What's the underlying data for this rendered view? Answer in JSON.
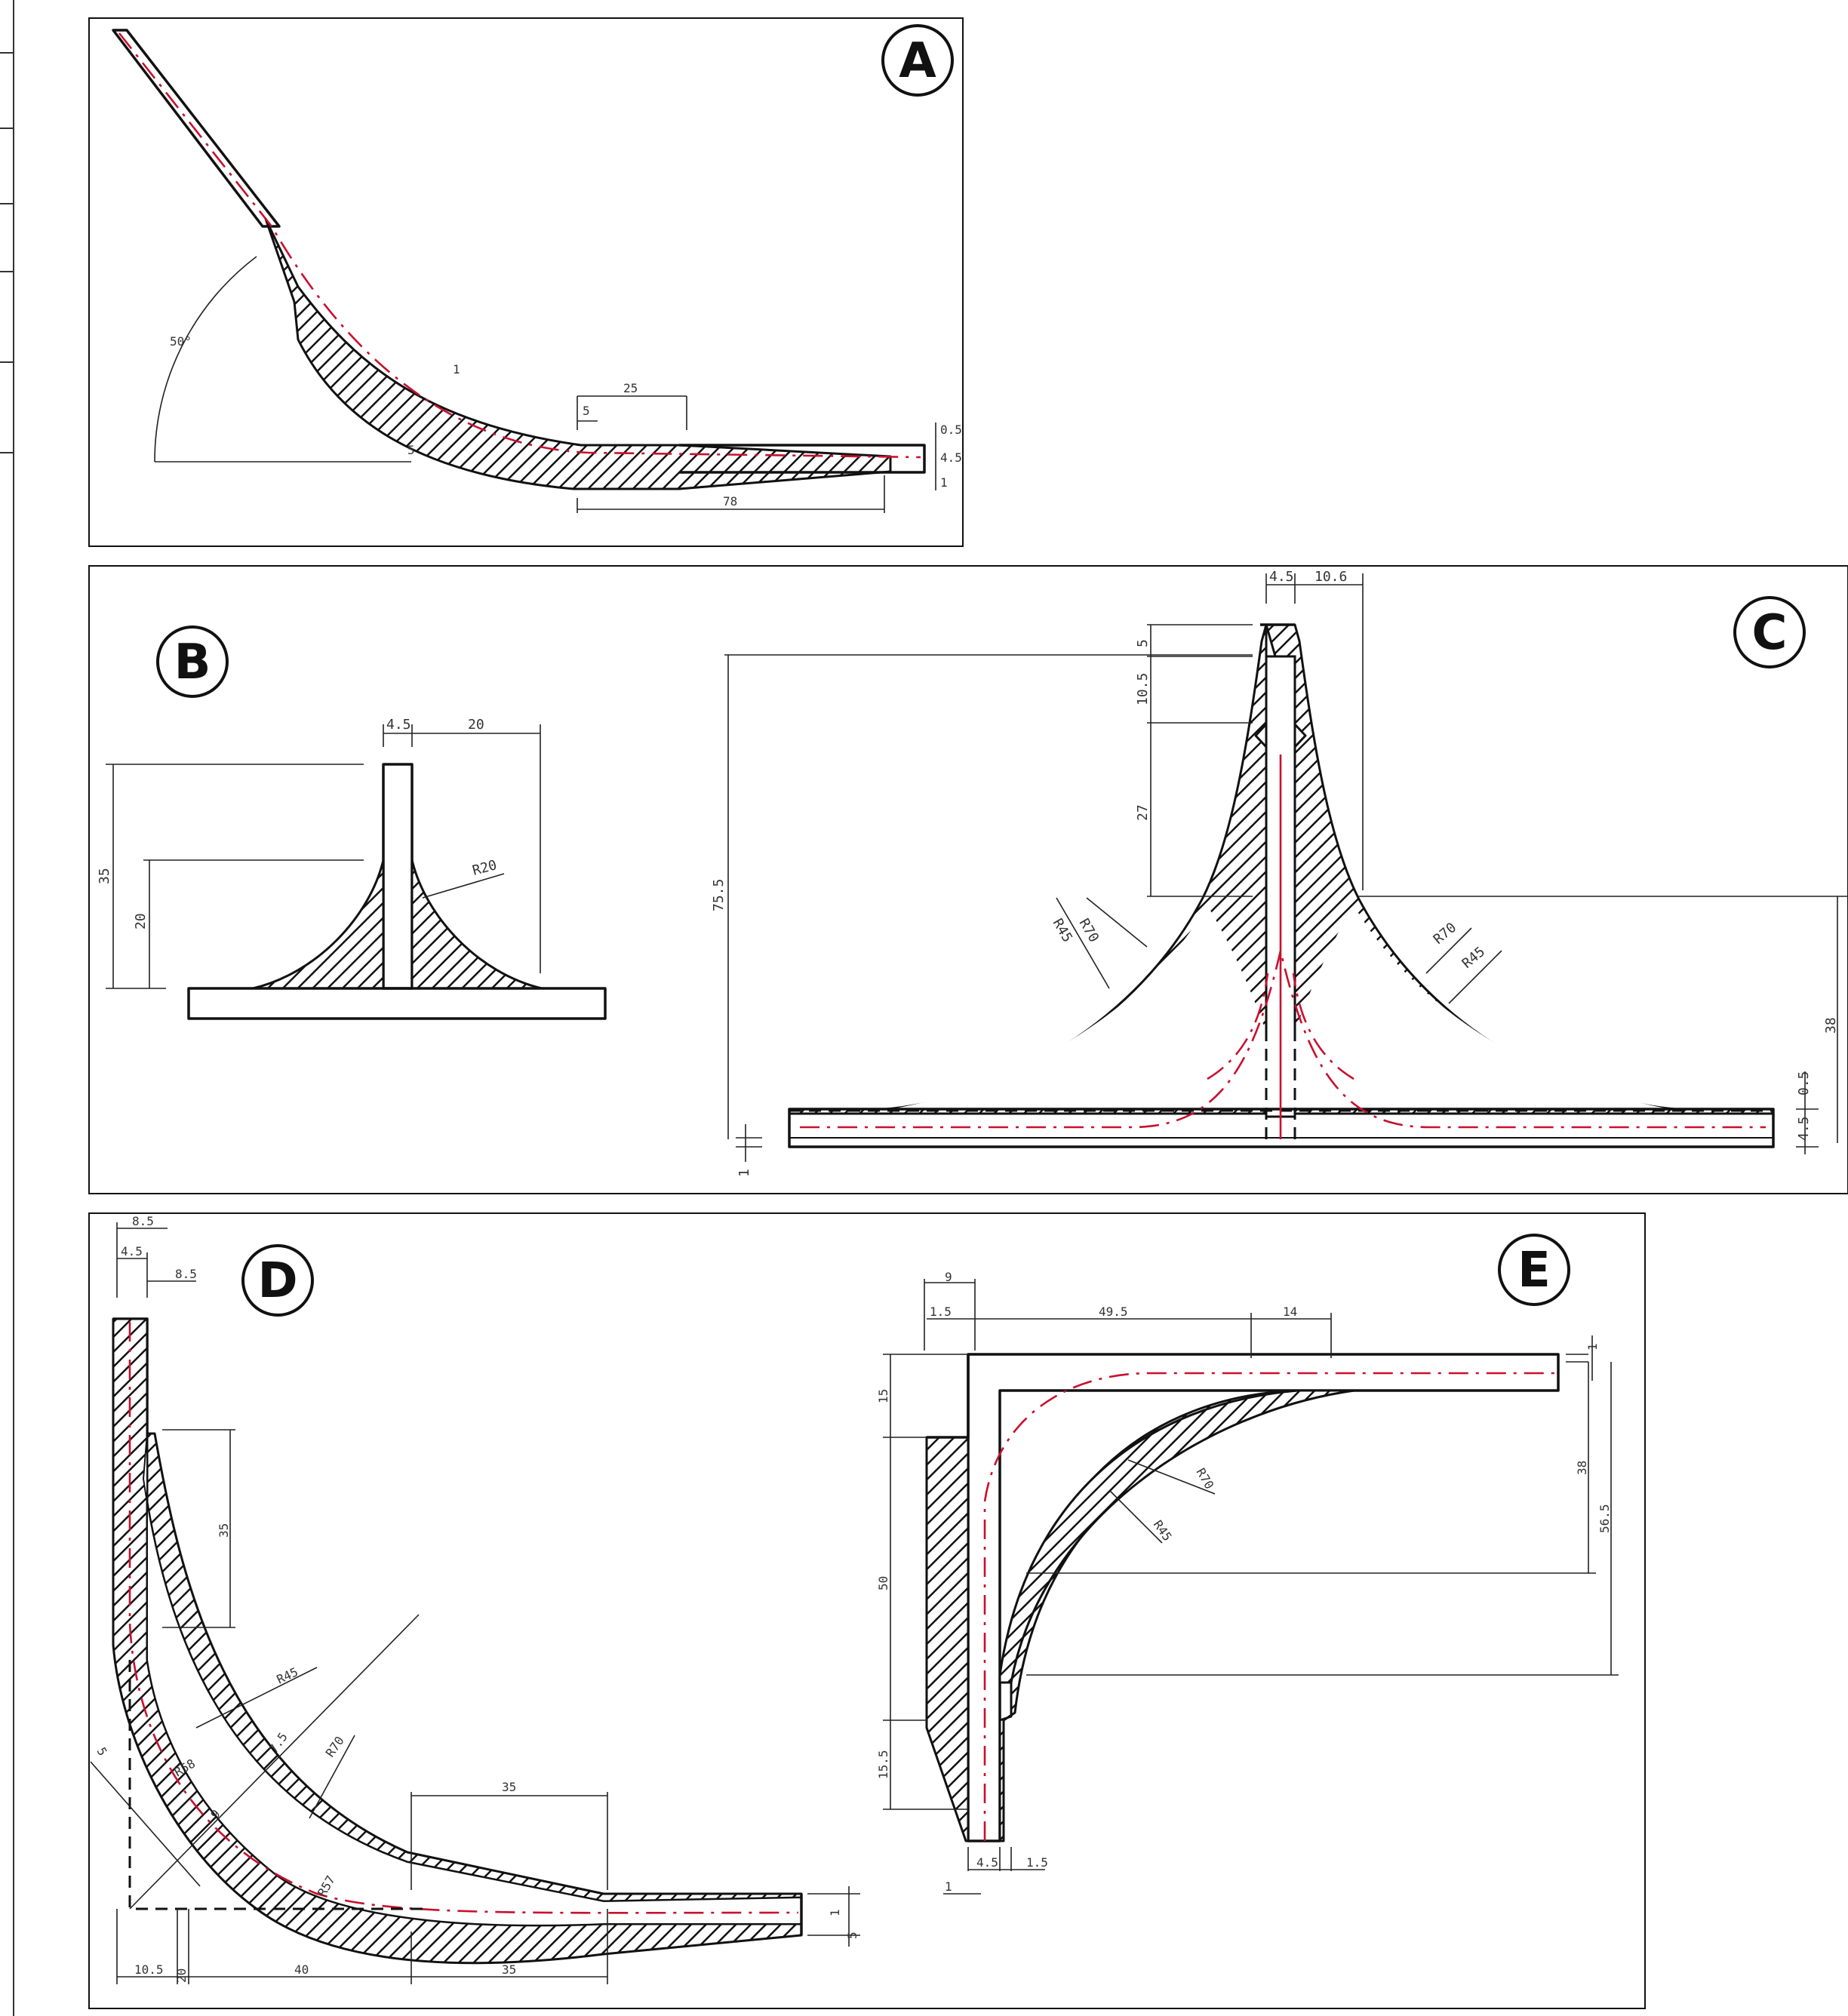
{
  "panels": {
    "A": {
      "label": "A",
      "dims": {
        "angle": "50°",
        "d1": "1",
        "d2": "5",
        "d3": "5",
        "d4": "25",
        "d5": "78",
        "d6": "0.5",
        "d7": "4.5",
        "d8": "1"
      }
    },
    "B": {
      "label": "B",
      "dims": {
        "w1": "4.5",
        "w2": "20",
        "h1": "35",
        "h2": "20",
        "r1": "R20"
      }
    },
    "C": {
      "label": "C",
      "dims": {
        "w1": "4.5",
        "w2": "10.6",
        "h1": "5",
        "h2": "10.5",
        "h3": "27",
        "h4": "75.5",
        "r1": "R70",
        "r2": "R45",
        "r3": "R70",
        "r4": "R45",
        "h5": "38",
        "h6": "0.5",
        "h7": "4.5",
        "h8": "1"
      }
    },
    "D": {
      "label": "D",
      "dims": {
        "t1": "8.5",
        "t2": "4.5",
        "t3": "8.5",
        "v1": "35",
        "r1": "R45",
        "r2": "R70",
        "r3": "R58",
        "r4": "R57",
        "d1": "7.5",
        "d2": "9",
        "d3": "5",
        "h1": "35",
        "b1": "10.5",
        "b2": "20",
        "b3": "40",
        "b4": "35",
        "s1": "1",
        "s2": "5"
      }
    },
    "E": {
      "label": "E",
      "dims": {
        "t1": "9",
        "t2": "1.5",
        "t3": "49.5",
        "t4": "14",
        "s1": "1",
        "v1": "15",
        "v2": "50",
        "v3": "15.5",
        "v4": "38",
        "v5": "56.5",
        "r1": "R70",
        "r2": "R45",
        "b1": "4.5",
        "b2": "1.5",
        "b3": "1"
      }
    }
  }
}
